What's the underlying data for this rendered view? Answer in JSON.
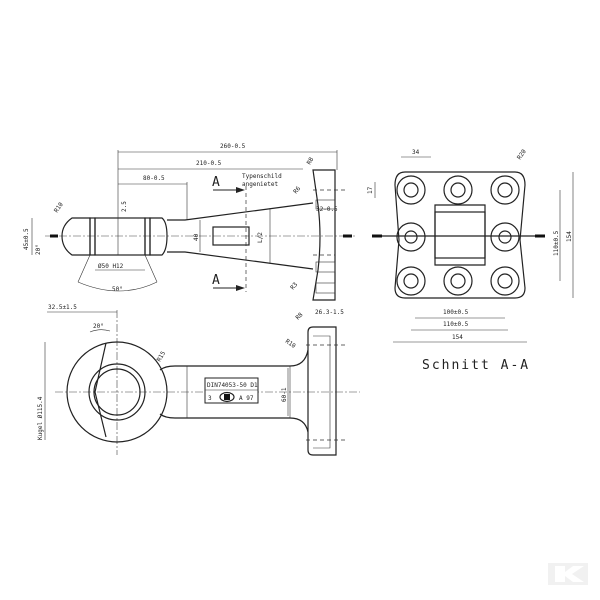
{
  "top_view": {
    "dim_260": "260-0.5",
    "dim_210": "210-0.5",
    "dim_80": "80-0.5",
    "dim_45": "45±0.5",
    "dim_20deg": "20°",
    "dim_r10": "R10",
    "dim_25": "2.5",
    "dim_50h12": "Ø50 H12",
    "dim_50deg": "50°",
    "dim_40": "40",
    "dim_r8": "R8",
    "dim_r6": "R6",
    "dim_r3": "R3",
    "dim_32": "32-0.5",
    "dim_26": "26.3-1.5",
    "dim_r8b": "R8",
    "dim_l": "L/2",
    "section_mark_top": "A",
    "section_mark_bottom": "A",
    "typeplate_note_1": "Typenschild",
    "typeplate_note_2": "angenietet"
  },
  "side_view": {
    "dim_325": "32.5±1.5",
    "dim_20deg": "20°",
    "dim_r15": "R15",
    "dim_r10": "R10",
    "dim_ball": "Kugel Ø115.4",
    "dim_60": "60-1",
    "plate_line1": "DIN74053-50 D1",
    "plate_line2_left": "3",
    "plate_line2_right": "A 97"
  },
  "section": {
    "dim_34": "34",
    "dim_r20": "R20",
    "dim_17": "17",
    "dim_110v": "110±0.5",
    "dim_154v": "154",
    "dim_100": "100±0.5",
    "dim_110h": "110±0.5",
    "dim_154h": "154",
    "title": "Schnitt A-A"
  },
  "watermark": "K"
}
